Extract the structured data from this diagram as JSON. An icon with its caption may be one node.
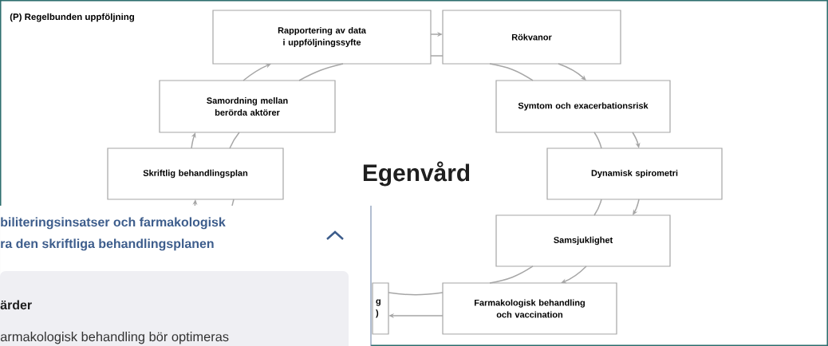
{
  "diagram": {
    "title": "(P) Regelbunden uppföljning",
    "nodes": [
      {
        "text": [
          "Rapportering av data i uppföljningssyfte"
        ]
      },
      {
        "text": [
          "Rökvanor"
        ]
      },
      {
        "text": [
          "Symtom och exacerbationsrisk"
        ]
      },
      {
        "text": [
          "Dynamisk spirometri"
        ]
      },
      {
        "text": [
          "Samsjuklighet"
        ]
      },
      {
        "text": [
          "Farmakologisk behandling och vaccination"
        ]
      },
      {
        "text": [
          "g )"
        ]
      },
      {
        "text": [
          "Skriftlig behandlingsplan"
        ]
      },
      {
        "text": [
          "Samordning mellan berörda aktörer"
        ]
      }
    ],
    "edges": [
      {
        "from": 0,
        "to": 1,
        "arrow": "to"
      },
      {
        "from": 0,
        "to": 1,
        "arrow": "none"
      },
      {
        "from": 1,
        "to": 2,
        "arrow": "to"
      },
      {
        "from": 1,
        "to": 2,
        "arrow": "none"
      },
      {
        "from": 2,
        "to": 3,
        "arrow": "to"
      },
      {
        "from": 2,
        "to": 3,
        "arrow": "none"
      },
      {
        "from": 3,
        "to": 4,
        "arrow": "to"
      },
      {
        "from": 3,
        "to": 4,
        "arrow": "none"
      },
      {
        "from": 4,
        "to": 5,
        "arrow": "to"
      },
      {
        "from": 4,
        "to": 5,
        "arrow": "none"
      },
      {
        "from": 5,
        "to": 6,
        "arrow": "to"
      },
      {
        "from": 5,
        "to": 6,
        "arrow": "none"
      },
      {
        "from": null,
        "to": 7,
        "arrow": "to"
      },
      {
        "from": null,
        "to": 7,
        "arrow": "none"
      },
      {
        "from": 7,
        "to": 8,
        "arrow": "to"
      },
      {
        "from": 7,
        "to": 8,
        "arrow": "none"
      },
      {
        "from": 8,
        "to": 0,
        "arrow": "to"
      },
      {
        "from": 8,
        "to": 0,
        "arrow": "none"
      }
    ],
    "labels": [
      "Egenvård",
      "biliteringsinsatser och farmakologisk",
      "ra den skriftliga behandlingsplanen",
      "ärder",
      "armakologisk behandling bör optimeras"
    ]
  }
}
